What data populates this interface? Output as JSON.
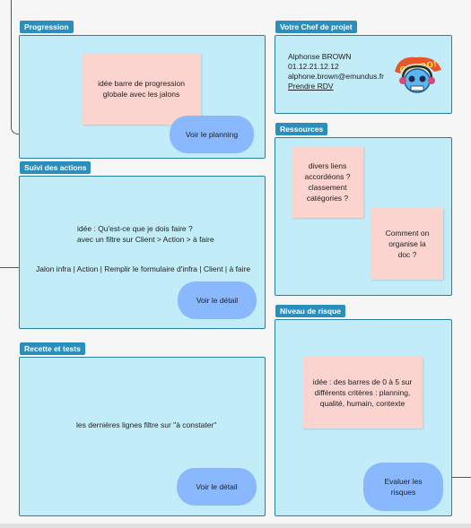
{
  "progression": {
    "title": "Progression",
    "note": "idée barre de progression\nglobale avec les jalons",
    "button": "Voir le planning"
  },
  "chef": {
    "title": "Votre Chef de projet",
    "name": "Alphonse BROWN",
    "phone": "01.12.21.12.12",
    "email": "alphone.brown@emundus.fr",
    "rdv": "Prendre RDV"
  },
  "ressources": {
    "title": "Ressources",
    "note1": "divers liens\naccordéons ?\nclassement\ncatégories ?",
    "note2": "Comment on\norganise la\ndoc ?"
  },
  "suivi": {
    "title": "Suivi des actions",
    "idea_line1": "idée : Qu'est-ce que je dois faire ?",
    "idea_line2": "avec un filtre sur Client > Action > à faire",
    "columns": "Jalon infra | Action | Remplir le formulaire d'infra | Client | à faire",
    "button": "Voir le détail"
  },
  "risque": {
    "title": "Niveau de risque",
    "note": "idée : des barres de 0 à 5 sur\ndifférents critères : planning,\nqualité, humain, contexte",
    "button": "Evaluer les\nrisques"
  },
  "recette": {
    "title": "Recette et tests",
    "text": "les dernières lignes filtre sur \"à constater\"",
    "button": "Voir le détail"
  },
  "colors": {
    "panel_bg": "#c2ecf7",
    "panel_border": "#2b7ea3",
    "tag_bg": "#2b8fbd",
    "sticky": "#fbd3cf",
    "button": "#8ab8ff"
  }
}
